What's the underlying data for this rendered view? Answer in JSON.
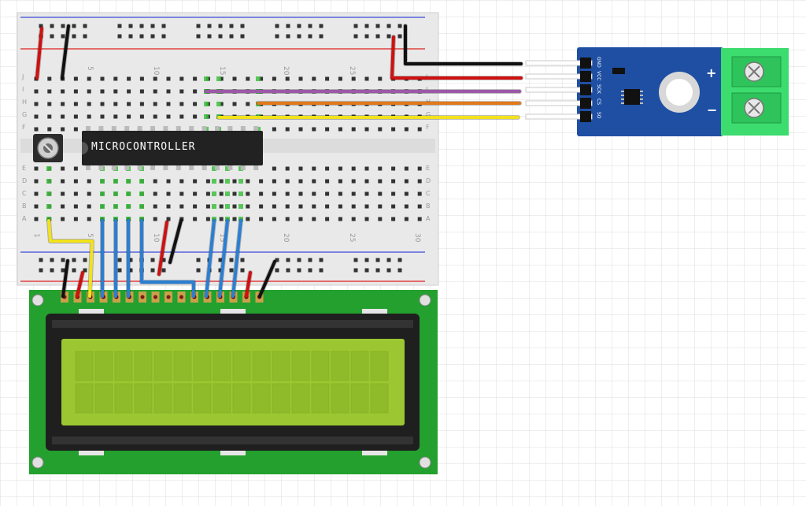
{
  "breadboard": {
    "top_numbers": [
      "5",
      "10",
      "15",
      "20",
      "25"
    ],
    "top_letters": [
      "J",
      "I",
      "H",
      "G",
      "F"
    ],
    "bottom_letters": [
      "E",
      "D",
      "C",
      "B",
      "A"
    ],
    "bottom_numbers": [
      "1",
      "5",
      "10",
      "15",
      "20",
      "25",
      "30"
    ]
  },
  "chip": {
    "label": "MICROCONTROLLER"
  },
  "sensor": {
    "pins": [
      "GND",
      "VCC",
      "SCK",
      "CS",
      "SO"
    ],
    "terminal_plus": "+",
    "terminal_minus": "−"
  },
  "wire_colors": {
    "black": "#111111",
    "red": "#d01010",
    "purple": "#9b59a8",
    "orange": "#e07a1a",
    "yellow": "#f2e21a",
    "blue": "#2a7fd4"
  },
  "board_colors": {
    "breadboard": "#e9e9e9",
    "rail_red": "#e02020",
    "rail_blue": "#3a4bd8",
    "hole_green": "#3fbf3f",
    "sensor_pcb": "#1e4fa3",
    "terminal_green": "#3ddc6e",
    "lcd_pcb": "#23a02e",
    "lcd_screen": "#9cc733"
  }
}
